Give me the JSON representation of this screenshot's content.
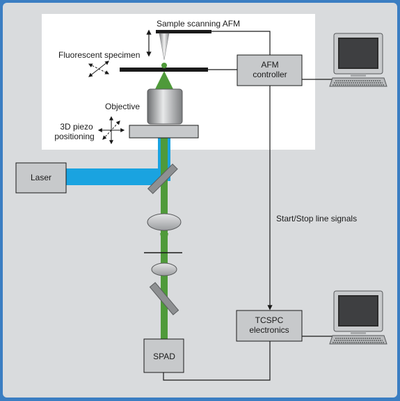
{
  "labels": {
    "sample_scanning_afm": "Sample scanning AFM",
    "fluorescent_specimen": "Fluorescent specimen",
    "objective": "Objective",
    "piezo_line1": "3D piezo",
    "piezo_line2": "positioning",
    "afm_controller_line1": "AFM",
    "afm_controller_line2": "controller",
    "laser": "Laser",
    "start_stop": "Start/Stop line signals",
    "tcspc_line1": "TCSPC",
    "tcspc_line2": "electronics",
    "spad": "SPAD"
  },
  "icons": {
    "computer_top": "computer-icon",
    "computer_bottom": "computer-icon"
  },
  "colors": {
    "frame_blue": "#3b7ec2",
    "panel_gray": "#d9dbdd",
    "box_gray": "#c7c9cb",
    "laser_blue": "#1aa3e0",
    "fluorescence_green": "#4f9a3a",
    "line_dark": "#1a1a1a"
  }
}
